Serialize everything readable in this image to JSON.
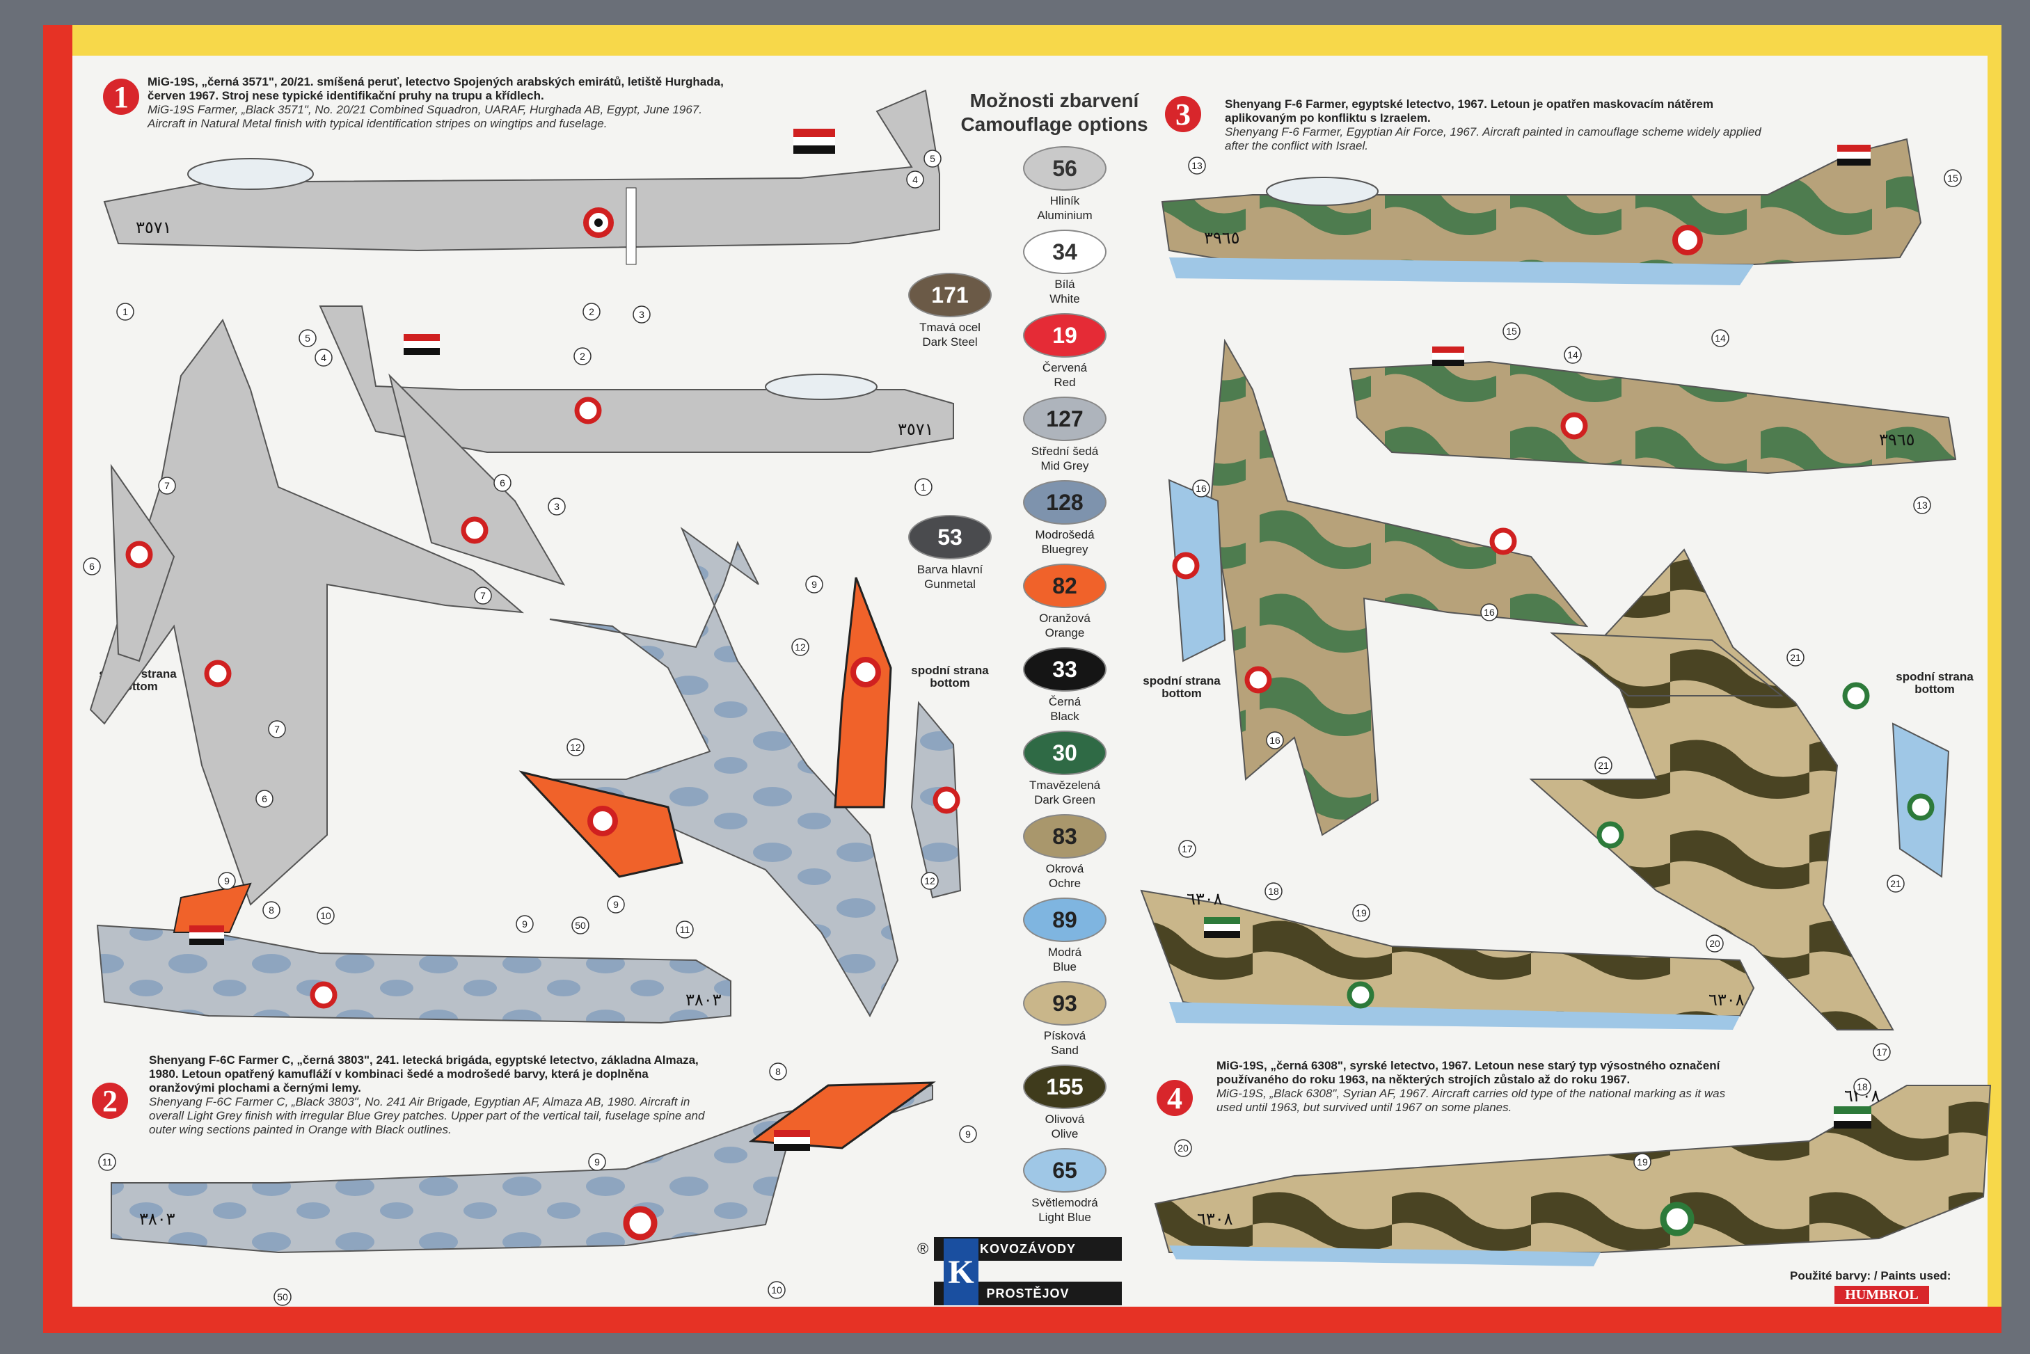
{
  "header": {
    "line1": "Možnosti zbarvení",
    "line2": "Camouflage options"
  },
  "schemes": [
    {
      "number": "1",
      "title": "MiG-19S, „černá 3571\", 20/21. smíšená peruť, letectvo Spojených arabských emirátů, letiště Hurghada, červen 1967. Stroj nese typické identifikační pruhy na trupu a křídlech.",
      "subtitle": "MiG-19S Farmer, „Black 3571\", No. 20/21 Combined Squadron, UARAF, Hurghada AB, Egypt, June 1967. Aircraft in Natural Metal finish with typical identification stripes on wingtips and fuselage.",
      "serial": "٣٥٧١"
    },
    {
      "number": "2",
      "title": "Shenyang F-6C Farmer C, „černá 3803\", 241. letecká brigáda, egyptské letectvo, základna Almaza, 1980. Letoun opatřený kamufláží v kombinaci šedé a modrošedé barvy, která je doplněna oranžovými plochami a černými lemy.",
      "subtitle": "Shenyang F-6C Farmer C, „Black 3803\", No. 241 Air Brigade, Egyptian AF, Almaza AB, 1980. Aircraft in overall Light Grey finish with irregular Blue Grey patches. Upper part of the vertical tail, fuselage spine and outer wing sections painted in Orange with Black outlines.",
      "serial": "٣٨٠٣"
    },
    {
      "number": "3",
      "title": "Shenyang F-6 Farmer, egyptské letectvo, 1967. Letoun je opatřen maskovacím nátěrem aplikovaným po konfliktu s Izraelem.",
      "subtitle": "Shenyang F-6 Farmer, Egyptian Air Force, 1967. Aircraft painted in camouflage scheme widely applied after the conflict with Israel.",
      "serial": "٣٩٦٥"
    },
    {
      "number": "4",
      "title": "MiG-19S, „černá 6308\", syrské letectvo, 1967. Letoun nese starý typ výsostného označení používaného do roku 1963, na některých strojích zůstalo až do roku 1967.",
      "subtitle": "MiG-19S, „Black 6308\", Syrian AF, 1967. Aircraft carries old type of the national marking as it was used until 1963, but survived until 1967 on some planes.",
      "serial": "٦٣٠٨"
    }
  ],
  "bottom_label": [
    "spodní strana",
    "bottom"
  ],
  "colors": [
    {
      "code": "56",
      "cz": "Hliník",
      "en": "Aluminium",
      "hex": "#c9c9c9",
      "text": "#333"
    },
    {
      "code": "34",
      "cz": "Bílá",
      "en": "White",
      "hex": "#ffffff",
      "text": "#333"
    },
    {
      "code": "19",
      "cz": "Červená",
      "en": "Red",
      "hex": "#e52b36",
      "text": "#ffffff"
    },
    {
      "code": "127",
      "cz": "Střední šedá",
      "en": "Mid Grey",
      "hex": "#aeb4bc",
      "text": "#222"
    },
    {
      "code": "128",
      "cz": "Modrošedá",
      "en": "Bluegrey",
      "hex": "#7e93ad",
      "text": "#222"
    },
    {
      "code": "82",
      "cz": "Oranžová",
      "en": "Orange",
      "hex": "#f0622a",
      "text": "#222"
    },
    {
      "code": "33",
      "cz": "Černá",
      "en": "Black",
      "hex": "#151515",
      "text": "#ffffff"
    },
    {
      "code": "30",
      "cz": "Tmavězelená",
      "en": "Dark Green",
      "hex": "#2f6a45",
      "text": "#ffffff"
    },
    {
      "code": "83",
      "cz": "Okrová",
      "en": "Ochre",
      "hex": "#a9976c",
      "text": "#222"
    },
    {
      "code": "89",
      "cz": "Modrá",
      "en": "Blue",
      "hex": "#7fb5e0",
      "text": "#222"
    },
    {
      "code": "93",
      "cz": "Písková",
      "en": "Sand",
      "hex": "#c9b68a",
      "text": "#222"
    },
    {
      "code": "155",
      "cz": "Olivová",
      "en": "Olive",
      "hex": "#3f3b1c",
      "text": "#ffffff"
    },
    {
      "code": "65",
      "cz": "Světlemodrá",
      "en": "Light Blue",
      "hex": "#9fc7e6",
      "text": "#222"
    }
  ],
  "extra_colors": [
    {
      "code": "171",
      "cz": "Tmavá ocel",
      "en": "Dark Steel",
      "hex": "#6b5a47",
      "text": "#ffffff"
    },
    {
      "code": "53",
      "cz": "Barva hlavní",
      "en": "Gunmetal",
      "hex": "#4a4b4e",
      "text": "#ffffff"
    }
  ],
  "footer": {
    "paints_used": "Použité barvy: / Paints used:",
    "paint_brand": "HUMBROL",
    "logo_top": "KOVOZÁVODY",
    "logo_bottom": "PROSTĚJOV",
    "logo_mark": "K",
    "registered": "®"
  },
  "callouts": [
    "1",
    "2",
    "3",
    "4",
    "5",
    "6",
    "7",
    "8",
    "9",
    "10",
    "11",
    "12",
    "13",
    "14",
    "15",
    "16",
    "17",
    "18",
    "19",
    "20",
    "21",
    "50"
  ]
}
